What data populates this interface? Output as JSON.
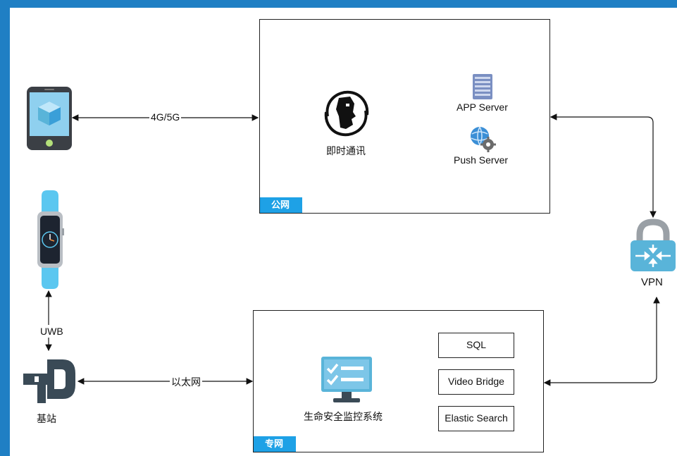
{
  "public_net": {
    "tag": "公网",
    "im_label": "即时通讯",
    "app_server": "APP Server",
    "push_server": "Push Server"
  },
  "private_net": {
    "tag": "专网",
    "system_label": "生命安全监控系统",
    "items": [
      "SQL",
      "Video Bridge",
      "Elastic Search"
    ]
  },
  "links": {
    "mobile": "4G/5G",
    "uwb": "UWB",
    "ethernet": "以太网"
  },
  "nodes": {
    "vpn": "VPN",
    "base_station": "基站"
  },
  "icons": {
    "phone": "mobile-phone-icon",
    "watch": "smartwatch-icon",
    "base_station": "base-station-icon",
    "vpn": "vpn-lock-icon",
    "im": "im-logo-icon",
    "app_server": "server-rack-icon",
    "push_server": "push-gear-icon",
    "monitor": "monitor-checklist-icon"
  },
  "colors": {
    "frame": "#1f7fc4",
    "tag": "#1ea1e6",
    "icon_blue": "#59b4d9"
  }
}
